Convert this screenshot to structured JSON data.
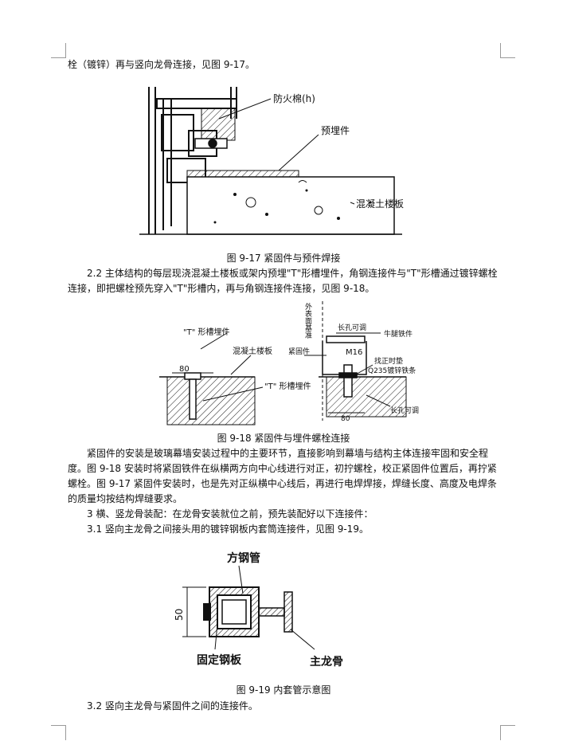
{
  "paragraphs": {
    "p0": "栓（镀锌）再与竖向龙骨连接，见图 9-17。",
    "p1": "2.2 主体结构的每层现浇混凝土楼板或架内预埋\"T\"形槽埋件，角钢连接件与\"T\"形槽通过镀锌螺栓连接，即把螺栓预先穿入\"T\"形槽内，再与角钢连接件连接，见图 9-18。",
    "p2": "紧固件的安装是玻璃幕墙安装过程中的主要环节，直接影响到幕墙与结构主体连接牢固和安全程度。图 9-18 安装时将紧固铁件在纵横两方向中心线进行对正，初拧螺栓，校正紧固件位置后，再拧紧螺栓。图 9-17 紧固件安装时，也是先对正纵横中心线后，再进行电焊焊接，焊缝长度、高度及电焊条的质量均按结构焊缝要求。",
    "p3": "3 横、竖龙骨装配：在龙骨安装就位之前，预先装配好以下连接件：",
    "p4": "3.1 竖向主龙骨之间接头用的镀锌钢板内套筒连接件，见图 9-19。",
    "p5": "3.2 竖向主龙骨与紧固件之间的连接件。"
  },
  "figures": {
    "fig17": {
      "caption": "图 9-17 紧固件与预件焊接",
      "labels": {
        "fireproof": "防火棉(h)",
        "embed": "预埋件",
        "slab": "混凝土楼板"
      }
    },
    "fig18": {
      "caption": "图 9-18 紧固件与埋件螺栓连接",
      "labels": {
        "t_embed_top": "\"T\" 形槽埋件",
        "slab": "混凝土楼板",
        "dim80_left": "80",
        "t_embed_bottom": "\"T\" 形槽埋件",
        "outer_line": "外表面基准",
        "slot_top": "长孔可调",
        "corbel": "牛腿铁件",
        "fastener": "紧固件",
        "bolt": "M16",
        "shim": "找正时垫",
        "strip": "Q235镀锌铁条",
        "dim80_bottom": "80",
        "slot_bottom": "长孔可调"
      }
    },
    "fig19": {
      "caption": "图 9-19 内套管示意图",
      "labels": {
        "tube": "方钢管",
        "dim50": "50",
        "plate": "固定钢板",
        "mullion": "主龙骨"
      }
    }
  }
}
